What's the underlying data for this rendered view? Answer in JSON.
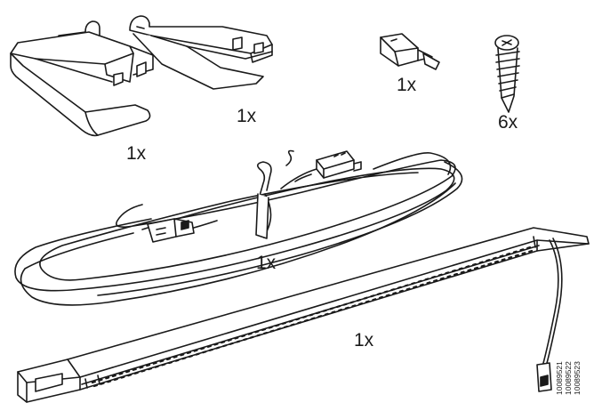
{
  "parts": {
    "clip_left": {
      "quantity": "1x",
      "icon": "mounting-clip-icon"
    },
    "clip_right": {
      "quantity": "1x",
      "icon": "mounting-clip-icon"
    },
    "bit": {
      "quantity": "1x",
      "icon": "screwdriver-bit-icon"
    },
    "screw": {
      "quantity": "6x",
      "icon": "screw-icon"
    },
    "cable": {
      "quantity": "1x",
      "icon": "cable-icon"
    },
    "led_strip": {
      "quantity": "1x",
      "icon": "led-strip-icon"
    }
  },
  "article_numbers": [
    "10089521",
    "10089522",
    "10089523"
  ],
  "colors": {
    "ink": "#1a1a1a",
    "paper": "#ffffff"
  }
}
